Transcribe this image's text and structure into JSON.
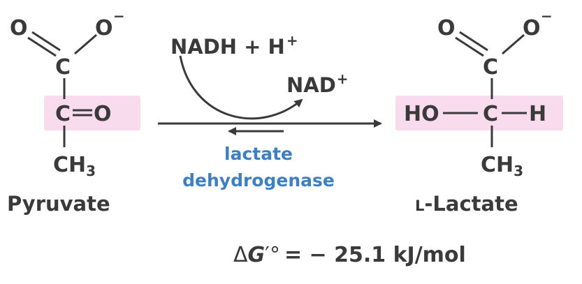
{
  "colors": {
    "highlight": "#f9dbee",
    "text": "#3a3a3a",
    "enzyme": "#3d7fc0"
  },
  "pyruvate": {
    "o_left": "O",
    "o_right": "O",
    "charge": "−",
    "c_top": "C",
    "c_mid": "C",
    "o_mid": "O",
    "ch3": "CH",
    "ch3_sub": "3",
    "name": "Pyruvate"
  },
  "cofactors": {
    "nadh": "NADH + H",
    "nadh_sup": "+",
    "nad": "NAD",
    "nad_sup": "+"
  },
  "enzyme": {
    "line1": "lactate",
    "line2": "dehydrogenase"
  },
  "lactate": {
    "o_left": "O",
    "o_right": "O",
    "charge": "−",
    "c_top": "C",
    "ho": "HO",
    "c_mid": "C",
    "h": "H",
    "ch3": "CH",
    "ch3_sub": "3",
    "name_prefix": "L",
    "name": "-Lactate"
  },
  "energy": {
    "delta": "Δ",
    "g": "G",
    "marks": "′°",
    "value": "= − 25.1 kJ/mol"
  }
}
